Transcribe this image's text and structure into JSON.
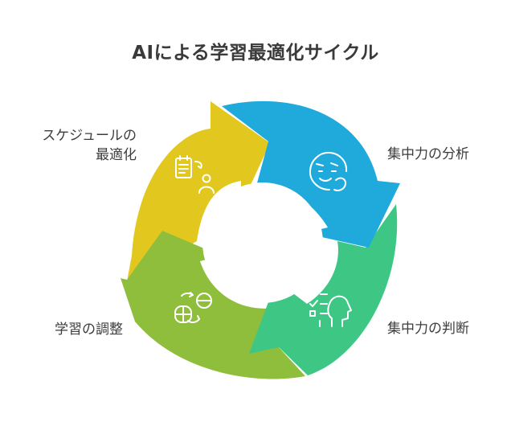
{
  "title": "AIによる学習最適化サイクル",
  "colors": {
    "analysis": "#20AADC",
    "judgment": "#3EC784",
    "adjust": "#8FBE3C",
    "schedule": "#E2C81E",
    "icon_stroke": "#ffffff"
  },
  "segments": [
    {
      "id": "analysis",
      "label_lines": [
        "集中力の分析"
      ],
      "icon": "face-focus-icon"
    },
    {
      "id": "judgment",
      "label_lines": [
        "集中力の判断"
      ],
      "icon": "checklist-head-icon"
    },
    {
      "id": "adjust",
      "label_lines": [
        "学習の調整"
      ],
      "icon": "adjust-cycle-icon"
    },
    {
      "id": "schedule",
      "label_lines": [
        "スケジュールの",
        "最適化"
      ],
      "icon": "schedule-person-icon"
    }
  ]
}
